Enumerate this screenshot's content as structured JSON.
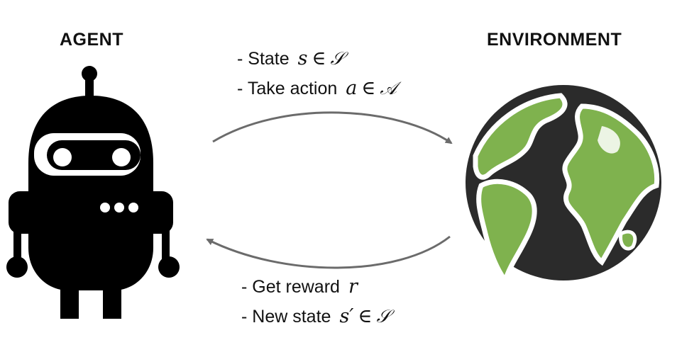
{
  "agent": {
    "title": "AGENT"
  },
  "environment": {
    "title": "ENVIRONMENT"
  },
  "forward": {
    "lines": [
      {
        "text": "- State",
        "var": "s",
        "op": "∈",
        "set": "𝒮"
      },
      {
        "text": "- Take action",
        "var": "a",
        "op": "∈",
        "set": "𝒜"
      }
    ]
  },
  "backward": {
    "lines": [
      {
        "text": "- Get reward",
        "var": "r",
        "op": "",
        "set": ""
      },
      {
        "text": "- New state",
        "var": "s′",
        "op": "∈",
        "set": "𝒮"
      }
    ]
  },
  "colors": {
    "robot": "#000000",
    "earth_dark": "#2b2b2b",
    "earth_land": "#7fb24e",
    "arrow": "#6b6b6b"
  },
  "icons": {
    "agent": "robot-icon",
    "environment": "earth-globe-icon"
  }
}
